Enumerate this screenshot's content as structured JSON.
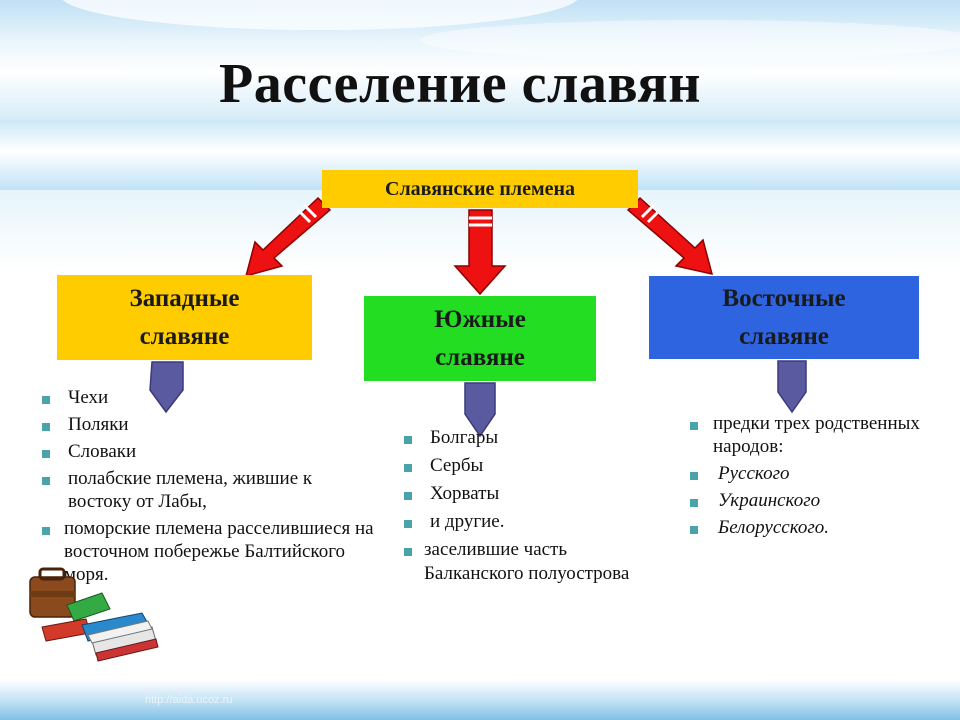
{
  "title": "Расселение славян",
  "root": {
    "label": "Славянские племена"
  },
  "west": {
    "line1": "Западные",
    "line2": "славяне",
    "items": [
      "Чехи",
      "Поляки",
      "Словаки",
      "полабские племена, жившие к востоку от Лабы,",
      "поморские племена расселившиеся на восточном побережье Балтийского моря."
    ]
  },
  "south": {
    "line1": "Южные",
    "line2": "славяне",
    "items": [
      "Болгары",
      "Сербы",
      "Хорваты",
      "и другие.",
      "заселившие часть Балканского полуострова"
    ]
  },
  "east": {
    "line1": "Восточные",
    "line2": "славяне",
    "items": [
      "предки трех родственных народов:",
      "Русского",
      "Украинского",
      "Белорусского."
    ]
  },
  "footer": {
    "url": "http://aida.ucoz.ru"
  },
  "colors": {
    "yellow": "#ffcc00",
    "green": "#22dd22",
    "blue": "#2f64e0",
    "arrow_red": "#ee1111",
    "arrow_purple": "#5a5aa0",
    "bullet": "#4aa3a8"
  }
}
